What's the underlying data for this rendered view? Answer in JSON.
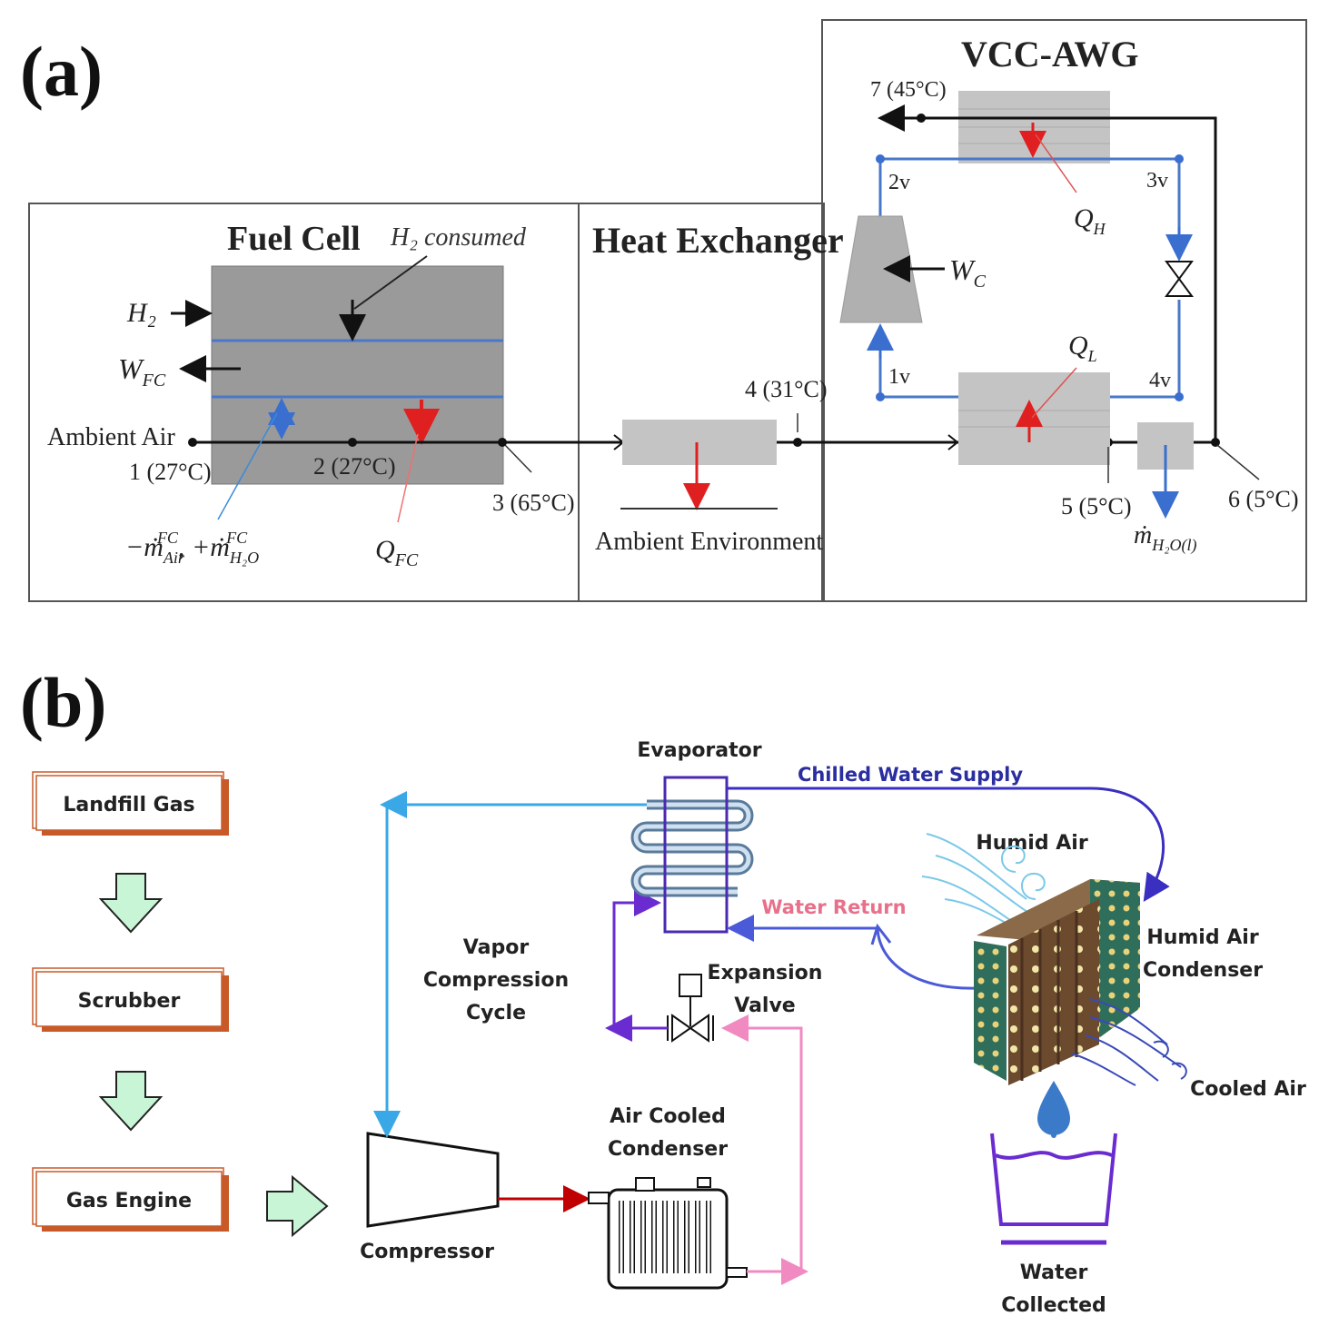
{
  "panel_a": {
    "letter": "(a)",
    "fuel_cell": {
      "title": "Fuel Cell",
      "h2_consumed": "H₂ consumed",
      "h2": "H₂",
      "w_fc": "W",
      "w_fc_sub": "FC",
      "ambient_air": "Ambient Air",
      "state1": "1 (27°C)",
      "state2": "2 (27°C)",
      "state3": "3 (65°C)",
      "mass_flow": "−ṁ",
      "mass_flow_sub1": "Air",
      "mass_flow_sup1": "FC",
      "mass_flow_plus": ", +ṁ",
      "mass_flow_sub2": "H₂O",
      "mass_flow_sup2": "FC",
      "q_fc": "Q",
      "q_fc_sub": "FC"
    },
    "heat_exchanger": {
      "title": "Heat Exchanger",
      "ambient_env": "Ambient Environment",
      "state4": "4 (31°C)"
    },
    "vcc_awg": {
      "title": "VCC-AWG",
      "state7": "7 (45°C)",
      "s2v": "2v",
      "s3v": "3v",
      "s1v": "1v",
      "s4v": "4v",
      "q_h": "Q",
      "q_h_sub": "H",
      "q_l": "Q",
      "q_l_sub": "L",
      "w_c": "W",
      "w_c_sub": "C",
      "state5": "5 (5°C)",
      "state6": "6 (5°C)",
      "water": "ṁ",
      "water_sub": "H₂O(l)"
    }
  },
  "panel_b": {
    "letter": "(b)",
    "flow_boxes": [
      "Landfill Gas",
      "Scrubber",
      "Gas Engine"
    ],
    "evaporator": "Evaporator",
    "chilled_water_supply": "Chilled Water Supply",
    "humid_air": "Humid Air",
    "water_return": "Water Return",
    "humid_air_condenser": [
      "Humid Air",
      "Condenser"
    ],
    "vapor_compression_cycle": [
      "Vapor",
      "Compression",
      "Cycle"
    ],
    "expansion_valve": [
      "Expansion",
      "Valve"
    ],
    "cooled_air": "Cooled Air",
    "air_cooled_condenser": [
      "Air Cooled",
      "Condenser"
    ],
    "compressor": "Compressor",
    "water_collected": [
      "Water",
      "Collected"
    ]
  },
  "colors": {
    "blue_line": "#4a78c8",
    "red_arrow": "#e02020",
    "light_blue": "#3aa8e6",
    "purple": "#6a2bd0",
    "pink": "#f08ac0",
    "chilled_blue": "#2a2ea0",
    "water_return_text": "#e8708a",
    "dark_red": "#c00000",
    "green_arrow": "#c8f5d5",
    "box_border": "#c85a2a"
  }
}
